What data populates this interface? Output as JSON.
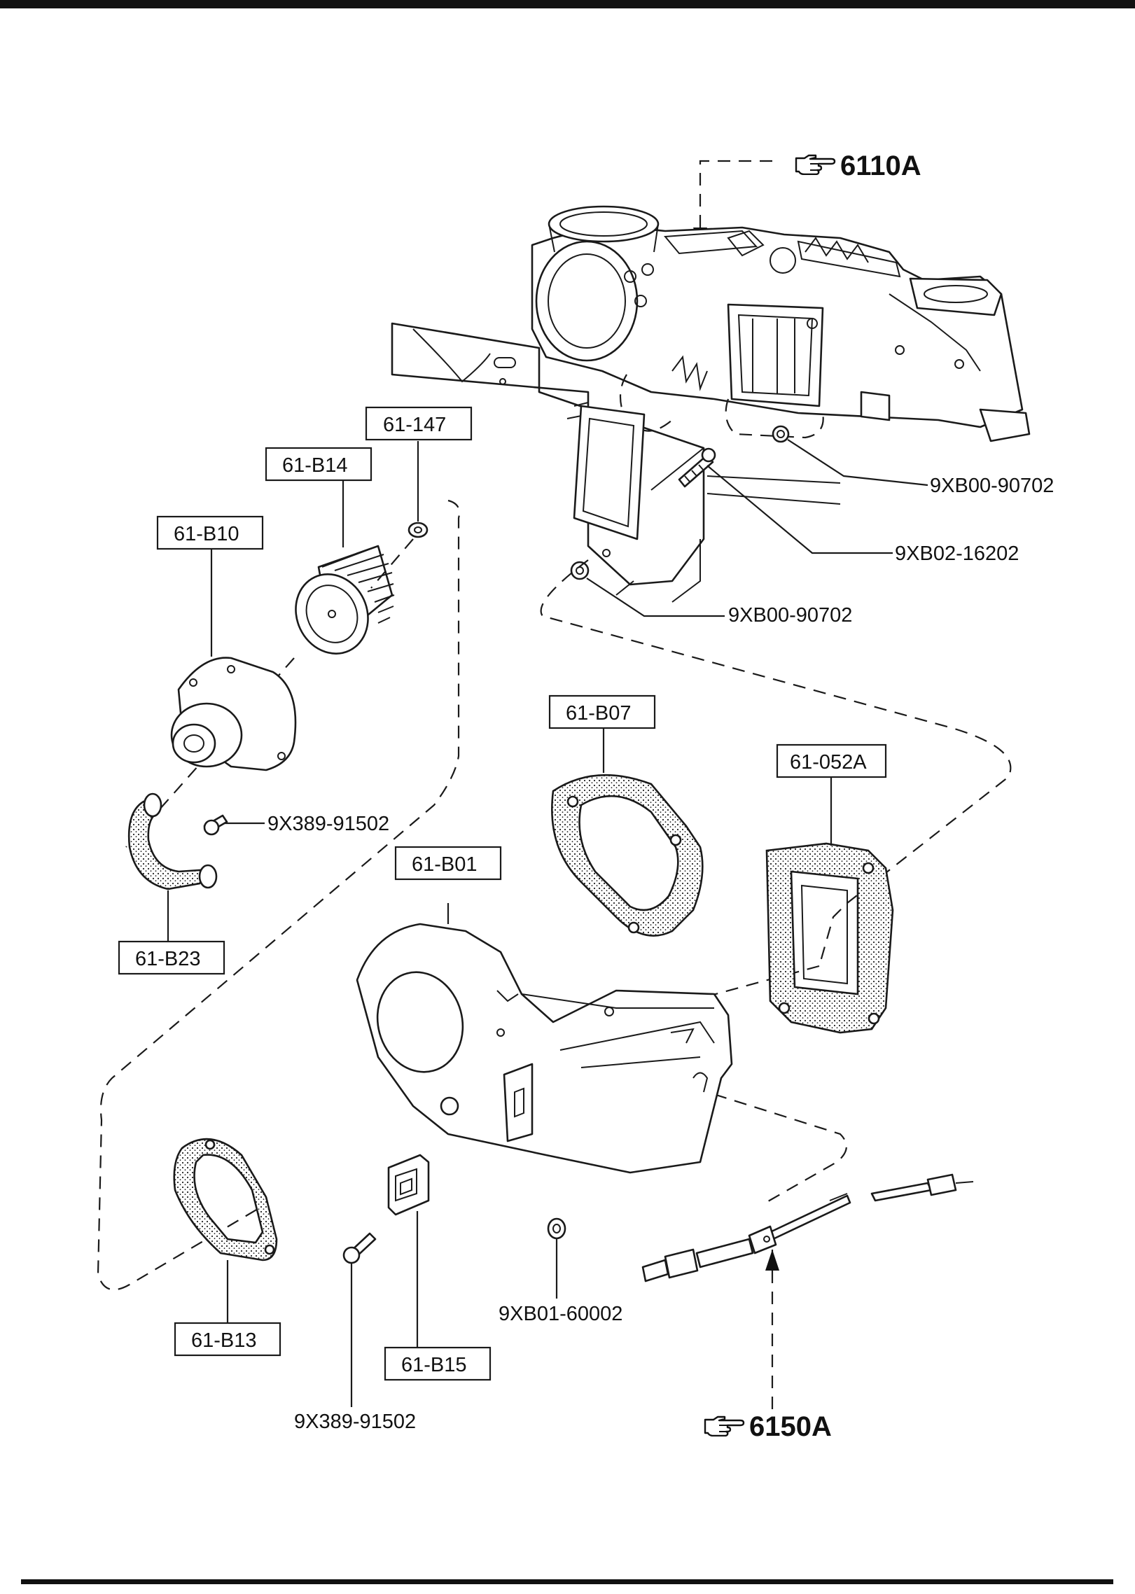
{
  "references": {
    "top": "6110A",
    "bottom": "6150A",
    "pointer_icon": "pointing-hand-icon"
  },
  "boxed_labels": {
    "b61_147": "61-147",
    "b61_B14": "61-B14",
    "b61_B10": "61-B10",
    "b61_B07": "61-B07",
    "b61_052A": "61-052A",
    "b61_B01": "61-B01",
    "b61_B23": "61-B23",
    "b61_B13": "61-B13",
    "b61_B15": "61-B15"
  },
  "plain_labels": {
    "p_9XB00_90702_a": "9XB00-90702",
    "p_9XB02_16202": "9XB02-16202",
    "p_9XB00_90702_b": "9XB00-90702",
    "p_9X389_91502_a": "9X389-91502",
    "p_9XB01_60002": "9XB01-60002",
    "p_9X389_91502_b": "9X389-91502"
  }
}
